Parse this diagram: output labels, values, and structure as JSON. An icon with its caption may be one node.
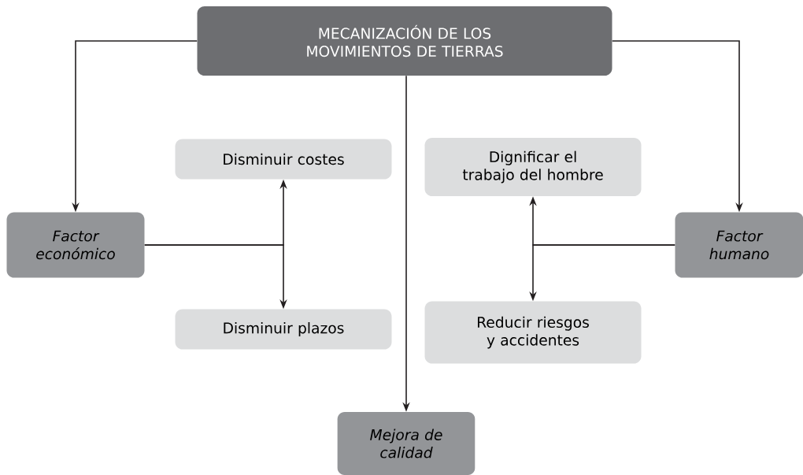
{
  "diagram": {
    "nodes": [
      {
        "text": [
          "MECANIZACIÓN DE LOS MOVIMIENTOS DE TIERRAS"
        ]
      },
      {
        "text": [
          "Factor económico"
        ]
      },
      {
        "text": [
          "Disminuir costes"
        ]
      },
      {
        "text": [
          "Disminuir plazos"
        ]
      },
      {
        "text": [
          "Dignificar el trabajo del hombre"
        ]
      },
      {
        "text": [
          "Reducir riesgos y accidentes"
        ]
      },
      {
        "text": [
          "Factor humano"
        ]
      },
      {
        "text": [
          "Mejora de calidad"
        ]
      }
    ],
    "edges": [
      {
        "from": 0,
        "to": 1,
        "arrow": "to"
      },
      {
        "from": 0,
        "to": 7,
        "arrow": "to"
      },
      {
        "from": 0,
        "to": 6,
        "arrow": "to"
      },
      {
        "from": 1,
        "to": 2,
        "arrow": "to"
      },
      {
        "from": 1,
        "to": 3,
        "arrow": "to"
      },
      {
        "from": 6,
        "to": 4,
        "arrow": "to"
      },
      {
        "from": 6,
        "to": 5,
        "arrow": "to"
      }
    ]
  }
}
